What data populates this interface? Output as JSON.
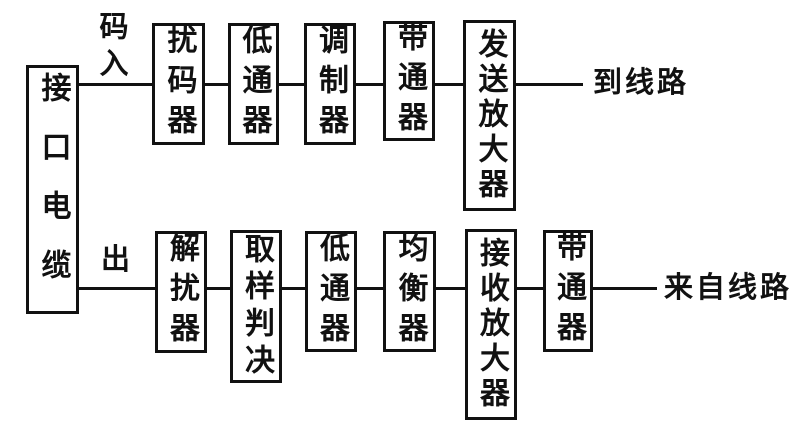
{
  "diagram": {
    "background": "#ffffff",
    "line_color": "#111111",
    "interface_box": {
      "label": "接口电缆"
    },
    "top_path": {
      "input_label": "码入",
      "blocks": [
        {
          "label": "扰码器"
        },
        {
          "label": "低通器"
        },
        {
          "label": "调制器"
        },
        {
          "label": "带通器"
        },
        {
          "label": "发送放大器"
        }
      ],
      "end_label": "到线路"
    },
    "bottom_path": {
      "output_label": "出",
      "blocks": [
        {
          "label": "解扰器"
        },
        {
          "label": "取样判决"
        },
        {
          "label": "低通器"
        },
        {
          "label": "均衡器"
        },
        {
          "label": "接收放大器"
        },
        {
          "label": "带通器"
        }
      ],
      "end_label": "来自线路"
    }
  }
}
